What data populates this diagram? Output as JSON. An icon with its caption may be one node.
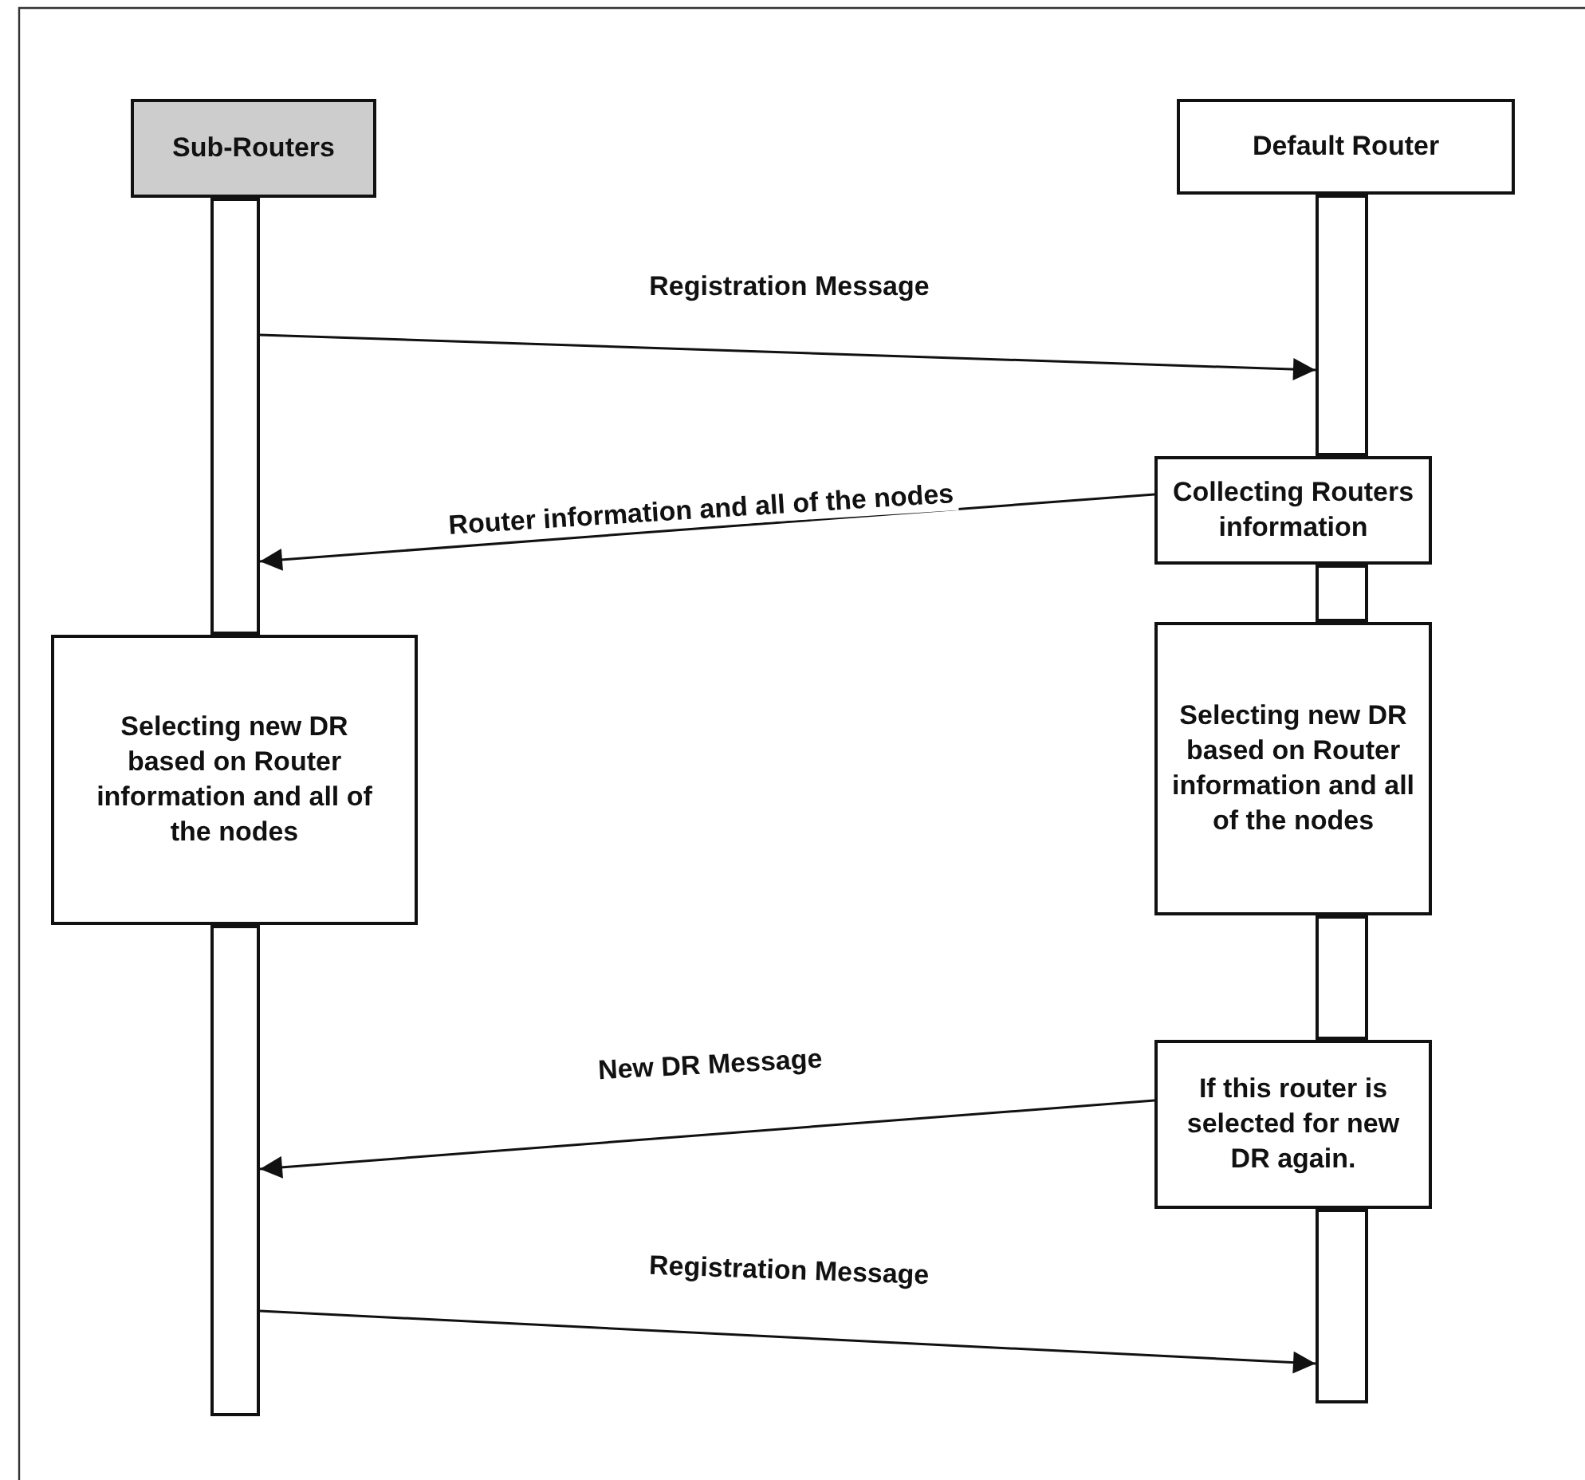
{
  "diagram": {
    "nodes": [
      {
        "text": [
          "Sub-Routers"
        ]
      },
      {
        "text": [
          "Default Router"
        ]
      },
      {
        "text": [],
        "shape": "bar"
      },
      {
        "text": [],
        "shape": "bar"
      },
      {
        "text": [],
        "shape": "bar"
      },
      {
        "text": [],
        "shape": "bar"
      },
      {
        "text": [],
        "shape": "bar"
      },
      {
        "text": [],
        "shape": "bar"
      },
      {
        "text": [
          "Collecting Routers information"
        ]
      },
      {
        "text": [
          "Selecting new DR based on Router information and all of the nodes"
        ]
      },
      {
        "text": [
          "Selecting new DR based on Router information and all of the nodes"
        ]
      },
      {
        "text": [
          "If this router is selected for new DR again."
        ]
      }
    ],
    "edges": [
      {
        "from": 2,
        "to": 4,
        "arrow": "to",
        "label": "Registration Message"
      },
      {
        "from": 8,
        "to": 2,
        "arrow": "to",
        "label": "Router information and all of the nodes"
      },
      {
        "from": 11,
        "to": 3,
        "arrow": "to",
        "label": "New DR Message"
      },
      {
        "from": 3,
        "to": 7,
        "arrow": "to",
        "label": "Registration Message"
      }
    ]
  }
}
